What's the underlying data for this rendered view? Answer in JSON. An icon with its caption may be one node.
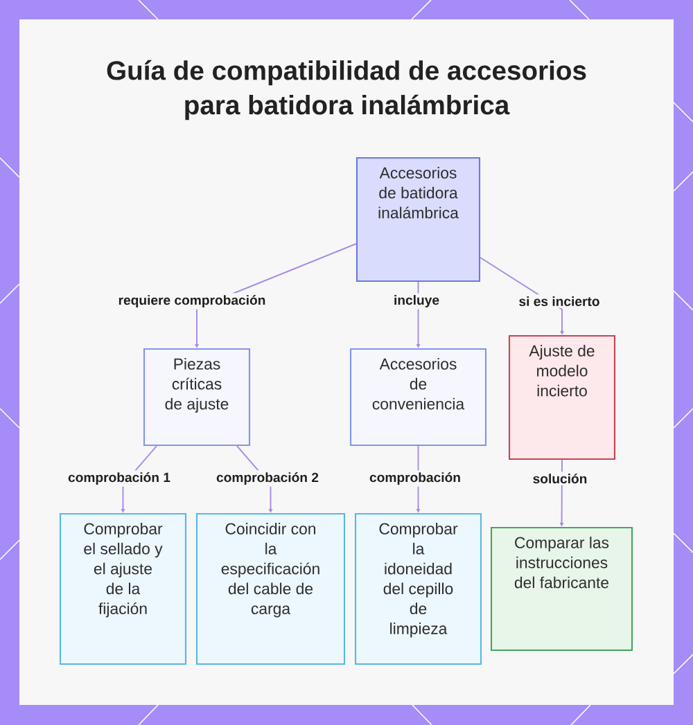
{
  "diagram": {
    "title": "Guía de compatibilidad de accesorios para batidora inalámbrica",
    "nodes": [
      {
        "text": [
          "Accesorios de batidora inalámbrica"
        ]
      },
      {
        "text": [
          "Piezas críticas de ajuste"
        ]
      },
      {
        "text": [
          "Accesorios de conveniencia"
        ]
      },
      {
        "text": [
          "Ajuste de modelo incierto"
        ]
      },
      {
        "text": [
          "Comprobar el sellado y el ajuste de la fijación"
        ]
      },
      {
        "text": [
          "Coincidir con la especificación del cable de carga"
        ]
      },
      {
        "text": [
          "Comprobar la idoneidad del cepillo de limpieza"
        ]
      },
      {
        "text": [
          "Comparar las instrucciones del fabricante"
        ]
      }
    ],
    "edges": [
      {
        "from": 0,
        "to": 1,
        "arrow": "to",
        "label": "requiere comprobación"
      },
      {
        "from": 0,
        "to": 2,
        "arrow": "to",
        "label": "incluye"
      },
      {
        "from": 0,
        "to": 3,
        "arrow": "to",
        "label": "si es incierto"
      },
      {
        "from": 1,
        "to": 4,
        "arrow": "to",
        "label": "comprobación 1"
      },
      {
        "from": 1,
        "to": 5,
        "arrow": "to",
        "label": "comprobación 2"
      },
      {
        "from": 2,
        "to": 6,
        "arrow": "to",
        "label": "comprobación"
      },
      {
        "from": 3,
        "to": 7,
        "arrow": "to",
        "label": "solución"
      }
    ]
  }
}
